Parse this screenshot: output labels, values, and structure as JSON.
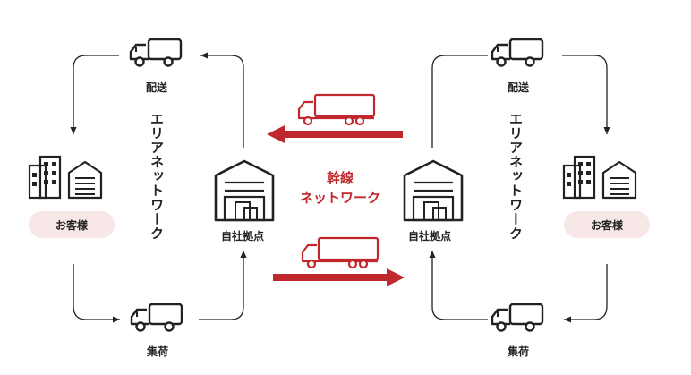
{
  "labels": {
    "delivery": "配送",
    "pickup": "集荷",
    "hub": "自社拠点",
    "customer": "お客様",
    "area_network": "エリアネットワーク",
    "trunk_line": "幹線",
    "trunk_network": "ネットワーク"
  },
  "colors": {
    "accent": "#c0282d",
    "ink": "#222222",
    "pill": "#f7e7e7"
  }
}
